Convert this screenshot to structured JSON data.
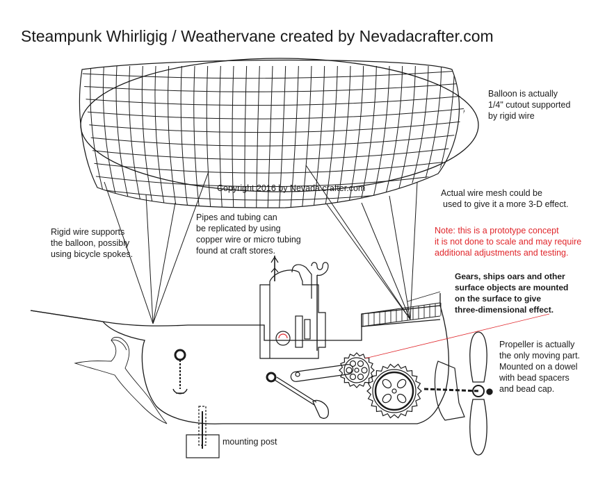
{
  "title": "Steampunk Whirligig / Weathervane created by Nevadacrafter.com",
  "copyright": "Copyright 2016 by Nevada crafter.com",
  "colors": {
    "ink": "#1a1a1a",
    "note": "#e0262b",
    "background": "#ffffff"
  },
  "annotations": {
    "balloon": [
      "Balloon is actually",
      "1/4\" cutout supported",
      "by rigid wire"
    ],
    "mesh": [
      "Actual wire mesh could be",
      "used to give it a more 3-D effect."
    ],
    "note": [
      "Note: this is a prototype concept",
      "it is not done to scale and may require",
      "additional adjustments and testing."
    ],
    "rigid_wire": [
      "Rigid wire supports",
      "the balloon, possibly",
      "using bicycle spokes."
    ],
    "pipes": [
      "Pipes and tubing can",
      "be replicated by using",
      "copper wire or micro tubing",
      "found at craft stores."
    ],
    "gears": [
      "Gears, ships oars and other",
      "surface objects are mounted",
      "on the surface to give",
      "three-dimensional effect."
    ],
    "propeller": [
      "Propeller is actually",
      "the only moving part.",
      "Mounted on a dowel",
      "with bead spacers",
      "and bead cap."
    ],
    "mounting_post": "mounting post"
  }
}
